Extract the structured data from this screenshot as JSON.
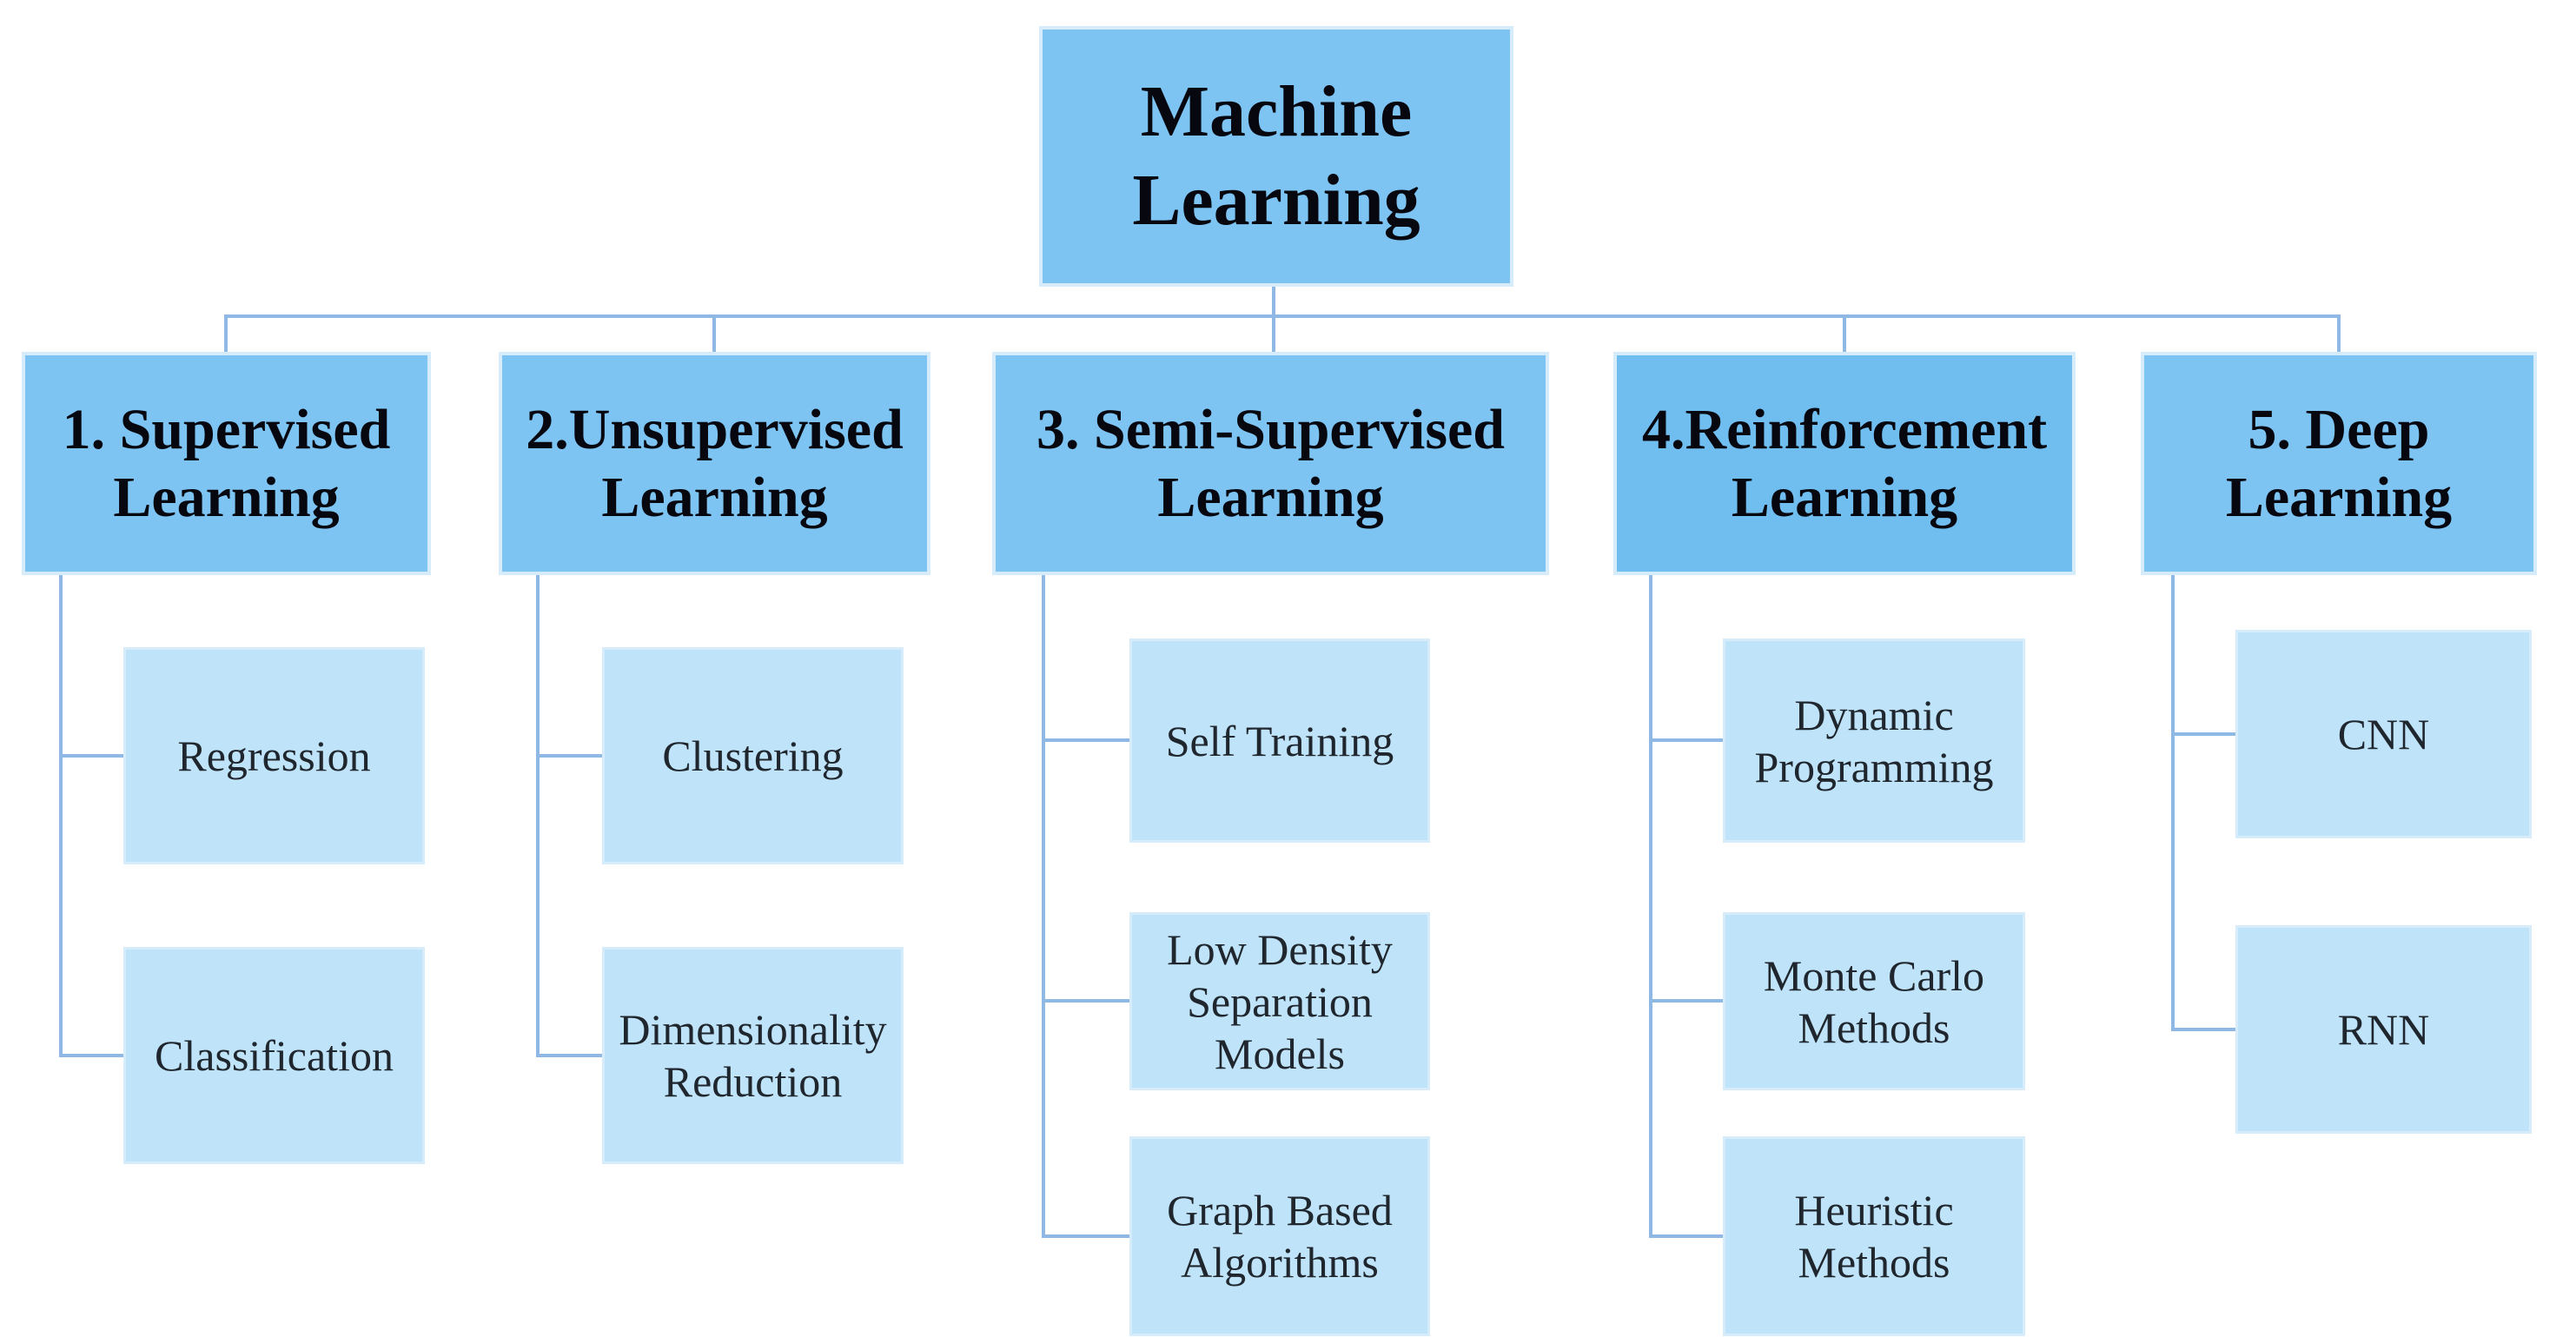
{
  "diagram": {
    "root": {
      "label": "Machine\nLearning"
    },
    "branches": [
      {
        "label": "1. Supervised\nLearning",
        "children": [
          "Regression",
          "Classification"
        ]
      },
      {
        "label": "2.Unsupervised\nLearning",
        "children": [
          "Clustering",
          "Dimensionality\nReduction"
        ]
      },
      {
        "label": "3. Semi-Supervised\nLearning",
        "children": [
          "Self Training",
          "Low Density\nSeparation\nModels",
          "Graph Based\nAlgorithms"
        ]
      },
      {
        "label": "4.Reinforcement\nLearning",
        "children": [
          "Dynamic\nProgramming",
          "Monte Carlo\nMethods",
          "Heuristic\nMethods"
        ]
      },
      {
        "label": "5. Deep\nLearning",
        "children": [
          "CNN",
          "RNN"
        ]
      }
    ]
  },
  "colors": {
    "parent_fill": "#7dc4f2",
    "parent_fill_alt": "#70bdef",
    "child_fill": "#bfe3f8",
    "box_border": "#d7ecfb",
    "line": "#8fb9e4",
    "parent_text": "#07070f",
    "child_text": "#20262e",
    "background": "#ffffff"
  }
}
